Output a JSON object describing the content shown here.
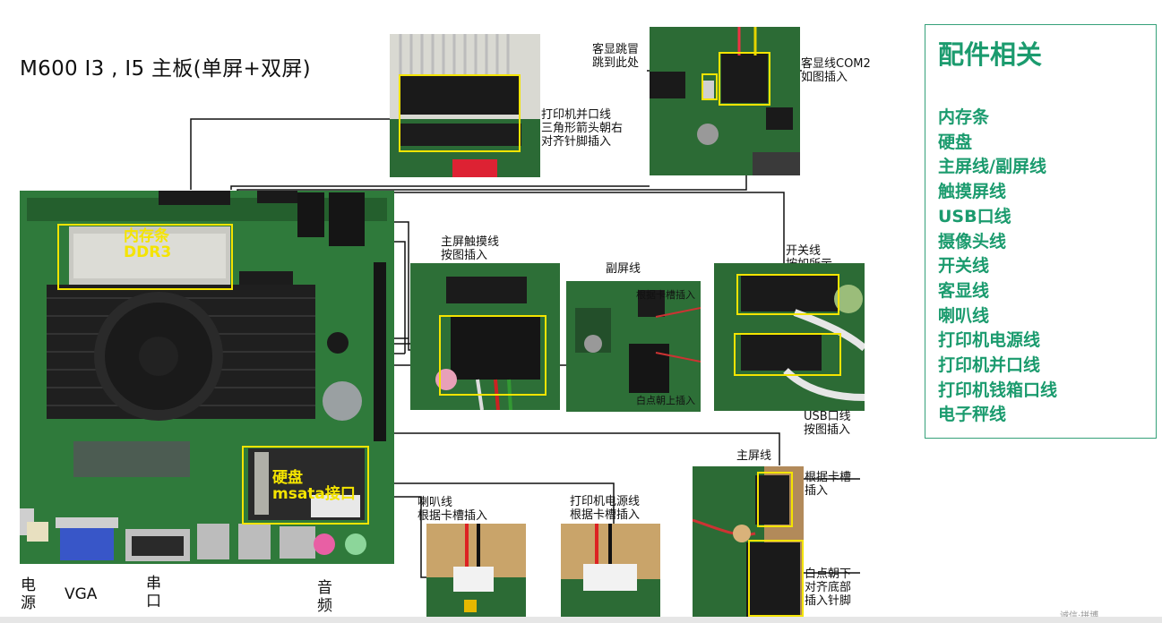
{
  "title": "M600 I3 , I5 主板(单屏+双屏)",
  "board_labels": {
    "ram": "内存条\nDDR3",
    "ssd": "硬盘\nmsata接口"
  },
  "callouts": {
    "printer_parallel": "打印机并口线\n三角形箭头朝右\n对齐针脚插入",
    "jumper": "客显跳冒\n跳到此处",
    "customer_display": "客显线COM2\n如图插入",
    "main_touch": "主屏触摸线\n按图插入",
    "sub_screen": "副屏线",
    "sub_slot": "根据卡槽插入",
    "sub_dot": "白点朝上插入",
    "power_switch": "开关线\n按如所示",
    "usb": "USB口线\n按图插入",
    "main_screen": "主屏线",
    "main_slot": "根据卡槽\n插入",
    "main_dot": "白点朝下\n对齐底部\n插入针脚",
    "speaker": "喇叭线\n根据卡槽插入",
    "printer_power": "打印机电源线\n根据卡槽插入"
  },
  "ports": {
    "power": "电\n源",
    "vga": "VGA",
    "serial": "串\n口",
    "audio": "音\n频"
  },
  "sidebar": {
    "heading": "配件相关",
    "items": [
      "内存条",
      "硬盘",
      "主屏线/副屏线",
      "触摸屏线",
      "USB口线",
      "摄像头线",
      "开关线",
      "客显线",
      "喇叭线",
      "打印机电源线",
      "打印机并口线",
      "打印机钱箱口线",
      "电子秤线"
    ]
  },
  "watermark": "诚信·拼博",
  "colors": {
    "accent": "#1b9b6e",
    "highlight": "#f4e400",
    "board": "#2d6f36"
  }
}
